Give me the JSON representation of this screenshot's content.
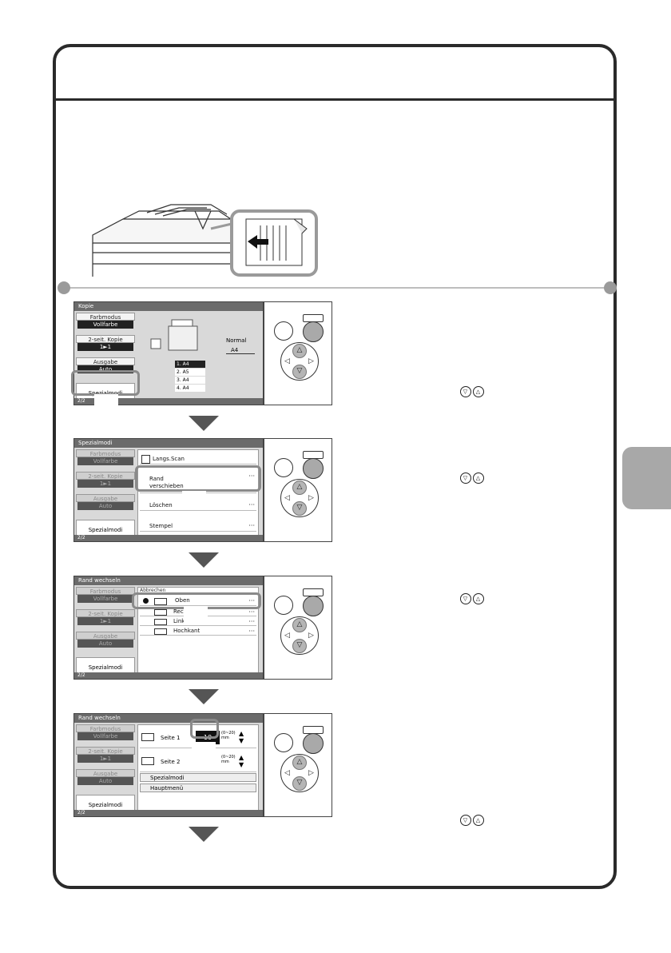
{
  "screens": [
    {
      "title": "Kopie",
      "status": "2/2",
      "left": [
        {
          "label": "Farbmodus",
          "value": "Vollfarbe"
        },
        {
          "label": "2-seit. Kopie",
          "value": "1►1"
        },
        {
          "label": "Ausgabe",
          "value": "Auto"
        }
      ],
      "spezial": "Spezialmodi",
      "paper_mode": "Normal",
      "paper_size": "A4",
      "trays": [
        {
          "num": "1.",
          "size": "A4"
        },
        {
          "num": "2.",
          "size": "A5"
        },
        {
          "num": "3.",
          "size": "A4"
        },
        {
          "num": "4.",
          "size": "A4"
        }
      ]
    },
    {
      "title": "Spezialmodi",
      "status": "2/2",
      "left": [
        {
          "label": "Farbmodus",
          "value": "Vollfarbe"
        },
        {
          "label": "2-seit. Kopie",
          "value": "1►1"
        },
        {
          "label": "Ausgabe",
          "value": "Auto"
        }
      ],
      "spezial": "Spezialmodi",
      "items": [
        "Langs.Scan",
        "Rand verschieben",
        "Löschen",
        "Stempel"
      ]
    },
    {
      "title": "Rand wechseln",
      "status": "2/2",
      "left": [
        {
          "label": "Farbmodus",
          "value": "Vollfarbe"
        },
        {
          "label": "2-seit. Kopie",
          "value": "1►1"
        },
        {
          "label": "Ausgabe",
          "value": "Auto"
        }
      ],
      "spezial": "Spezialmodi",
      "cancel": "Abbrechen",
      "items": [
        "Oben",
        "Rech",
        "Link",
        "Hochkant"
      ]
    },
    {
      "title": "Rand wechseln",
      "status": "2/2",
      "left": [
        {
          "label": "Farbmodus",
          "value": "Vollfarbe"
        },
        {
          "label": "2-seit. Kopie",
          "value": "1►1"
        },
        {
          "label": "Ausgabe",
          "value": "Auto"
        }
      ],
      "spezial": "Spezialmodi",
      "side1": "Seite 1",
      "side2": "Seite 2",
      "value": "10",
      "range": "(0~20)",
      "unit": "mm",
      "link1": "Spezialmodi",
      "link2": "Hauptmenü"
    }
  ]
}
